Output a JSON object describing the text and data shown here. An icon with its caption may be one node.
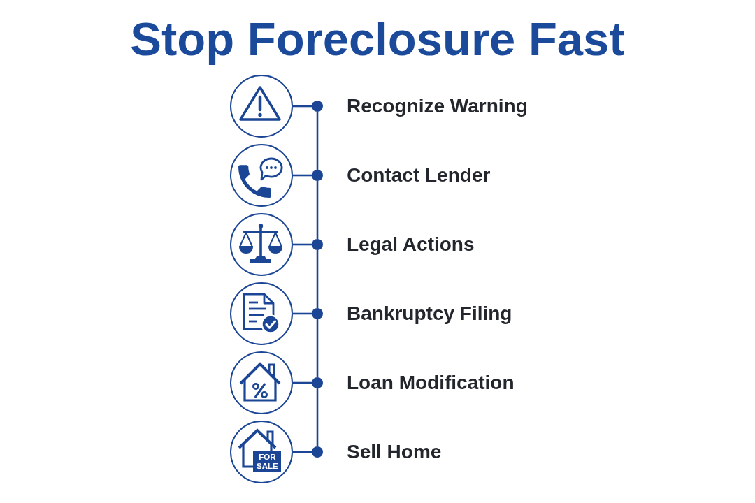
{
  "diagram": {
    "title": "Stop Foreclosure Fast",
    "nodes": [
      {
        "text": [],
        "shape": "circle"
      },
      {
        "text": [],
        "shape": "circle",
        "beside": [
          "Recognize Warning"
        ]
      },
      {
        "text": [],
        "shape": "circle"
      },
      {
        "text": [],
        "shape": "circle",
        "beside": [
          "Contact Lender"
        ]
      },
      {
        "text": [],
        "shape": "circle"
      },
      {
        "text": [],
        "shape": "circle",
        "beside": [
          "Legal Actions"
        ]
      },
      {
        "text": [],
        "shape": "circle"
      },
      {
        "text": [],
        "shape": "circle",
        "beside": [
          "Bankruptcy Filing"
        ]
      },
      {
        "text": [],
        "shape": "circle"
      },
      {
        "text": [],
        "shape": "circle",
        "beside": [
          "Loan Modification"
        ]
      },
      {
        "text": [],
        "shape": "circle"
      },
      {
        "text": [],
        "shape": "circle",
        "beside": [
          "Sell Home"
        ]
      }
    ],
    "edges": [
      {
        "from": 0,
        "to": 1,
        "arrow": "none"
      },
      {
        "from": 2,
        "to": 3,
        "arrow": "none"
      },
      {
        "from": 4,
        "to": 5,
        "arrow": "none"
      },
      {
        "from": 6,
        "to": 7,
        "arrow": "none"
      },
      {
        "from": 8,
        "to": 9,
        "arrow": "none"
      },
      {
        "from": 10,
        "to": 11,
        "arrow": "none"
      },
      {
        "from": 1,
        "to": 3,
        "arrow": "none"
      },
      {
        "from": 3,
        "to": 5,
        "arrow": "none"
      },
      {
        "from": 5,
        "to": 7,
        "arrow": "none"
      },
      {
        "from": 7,
        "to": 9,
        "arrow": "none"
      },
      {
        "from": 9,
        "to": 11,
        "arrow": "none"
      }
    ],
    "labels": [
      "FOR SALE"
    ]
  }
}
